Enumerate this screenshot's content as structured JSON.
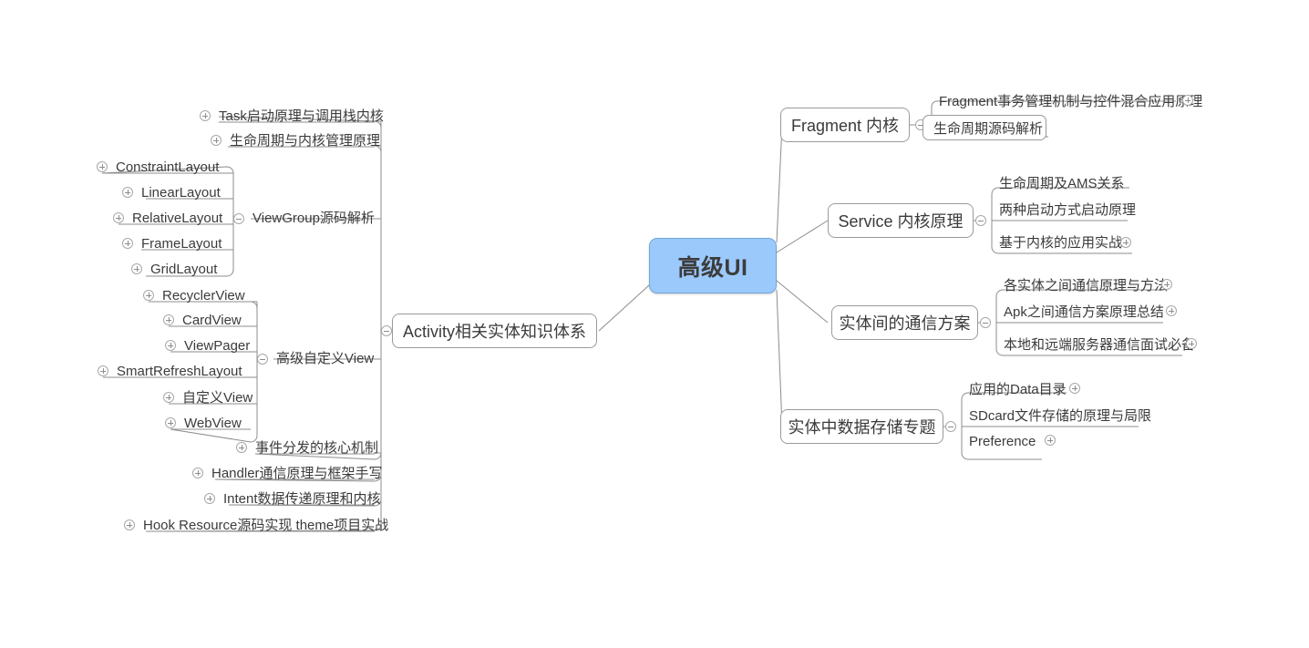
{
  "title": "高级UI",
  "colors": {
    "root_fill": "#9CC9FB",
    "root_border": "#6FA8DC",
    "node_border": "#9a9a9a",
    "line": "#8d8d8d",
    "text": "#3b3b3b"
  },
  "root": {
    "label": "高级UI"
  },
  "branches": {
    "fragment": {
      "label": "Fragment 内核",
      "marker": "minus",
      "children": [
        {
          "label": "Fragment事务管理机制与控件混合应用原理",
          "marker": "plus"
        },
        {
          "label": "生命周期源码解析",
          "marker": "none",
          "boxed": true
        }
      ]
    },
    "service": {
      "label": "Service 内核原理",
      "marker": "minus",
      "children": [
        {
          "label": "生命周期及AMS关系",
          "marker": "none"
        },
        {
          "label": "两种启动方式启动原理",
          "marker": "none"
        },
        {
          "label": "基于内核的应用实战",
          "marker": "plus"
        }
      ]
    },
    "communication": {
      "label": "实体间的通信方案",
      "marker": "minus",
      "children": [
        {
          "label": "各实体之间通信原理与方法",
          "marker": "plus"
        },
        {
          "label": "Apk之间通信方案原理总结",
          "marker": "plus"
        },
        {
          "label": "本地和远端服务器通信面试必备",
          "marker": "plus"
        }
      ]
    },
    "storage": {
      "label": "实体中数据存储专题",
      "marker": "minus",
      "children": [
        {
          "label": "应用的Data目录",
          "marker": "plus"
        },
        {
          "label": "SDcard文件存储的原理与局限",
          "marker": "none"
        },
        {
          "label": "Preference",
          "marker": "plus"
        }
      ]
    },
    "activity": {
      "label": "Activity相关实体知识体系",
      "marker": "minus",
      "children": [
        {
          "label": "Task启动原理与调用栈内核",
          "marker": "plus"
        },
        {
          "label": "生命周期与内核管理原理",
          "marker": "plus"
        },
        {
          "label": "ViewGroup源码解析",
          "marker": "minus",
          "group": "viewgroup"
        },
        {
          "label": "高级自定义View",
          "marker": "minus",
          "group": "customview"
        },
        {
          "label": "事件分发的核心机制",
          "marker": "plus"
        },
        {
          "label": "Handler通信原理与框架手写",
          "marker": "plus"
        },
        {
          "label": "Intent数据传递原理和内核",
          "marker": "plus"
        },
        {
          "label": "Hook Resource源码实现 theme项目实战",
          "marker": "plus"
        }
      ]
    }
  },
  "groups": {
    "viewgroup": {
      "label": "ViewGroup源码解析",
      "children": [
        {
          "label": "ConstraintLayout",
          "marker": "plus"
        },
        {
          "label": "LinearLayout",
          "marker": "plus"
        },
        {
          "label": "RelativeLayout",
          "marker": "plus"
        },
        {
          "label": "FrameLayout",
          "marker": "plus"
        },
        {
          "label": "GridLayout",
          "marker": "plus"
        }
      ]
    },
    "customview": {
      "label": "高级自定义View",
      "children": [
        {
          "label": "RecyclerView",
          "marker": "plus"
        },
        {
          "label": "CardView",
          "marker": "plus"
        },
        {
          "label": "ViewPager",
          "marker": "plus"
        },
        {
          "label": "SmartRefreshLayout",
          "marker": "plus"
        },
        {
          "label": "自定义View",
          "marker": "plus"
        },
        {
          "label": "WebView",
          "marker": "plus"
        }
      ]
    }
  }
}
